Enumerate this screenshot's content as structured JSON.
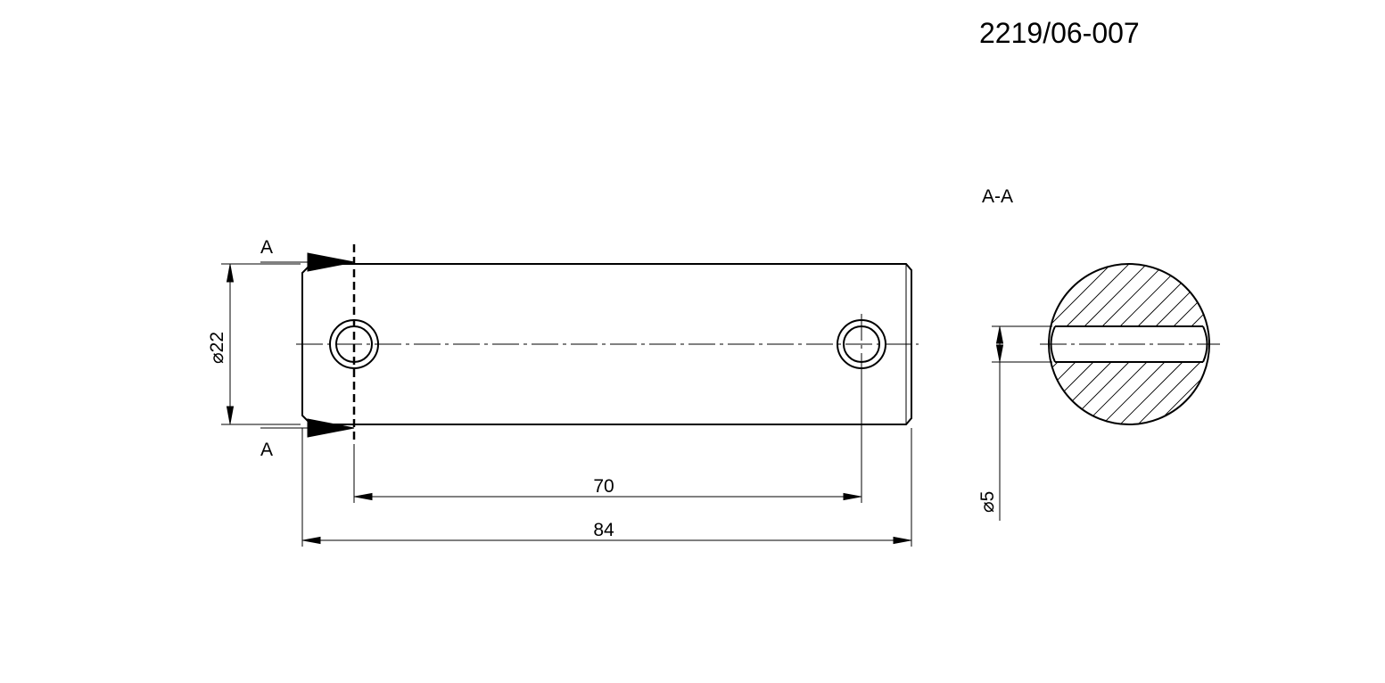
{
  "drawing": {
    "part_number": "2219/06-007",
    "section_title": "A-A",
    "section_mark_top": "A",
    "section_mark_bottom": "A",
    "dimensions": {
      "diameter_22": "⌀22",
      "hole_spacing_70": "70",
      "overall_length_84": "84",
      "hole_diameter_5": "⌀5"
    }
  }
}
